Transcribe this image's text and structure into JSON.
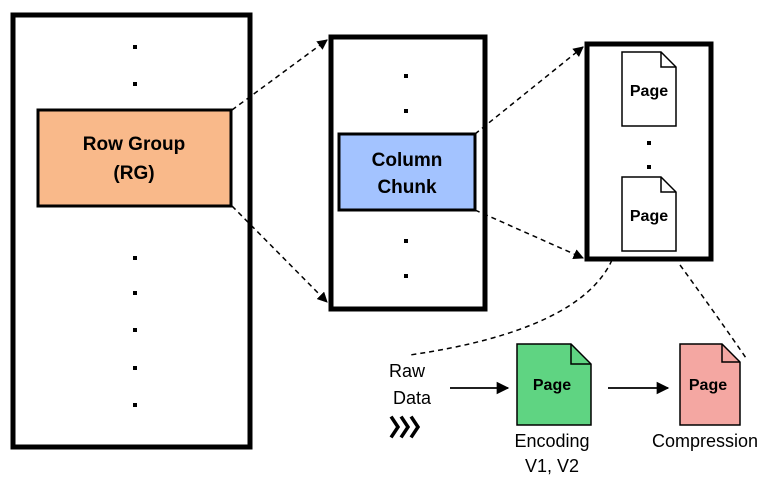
{
  "row_group": {
    "line1": "Row Group",
    "line2": "(RG)"
  },
  "column_chunk": {
    "line1": "Column",
    "line2": "Chunk"
  },
  "pages": {
    "top": "Page",
    "bottom": "Page",
    "encoded": "Page",
    "compressed": "Page"
  },
  "raw_data": {
    "line1": "Raw",
    "line2": "Data",
    "icon": "chevrons-right-icon"
  },
  "encoding": {
    "line1": "Encoding",
    "line2": "V1, V2"
  },
  "compression": {
    "label": "Compression"
  },
  "colors": {
    "row_group_fill": "#f9b98a",
    "column_chunk_fill": "#a3c3ff",
    "encoded_page_fill": "#5fd482",
    "compressed_page_fill": "#f4a7a2"
  }
}
